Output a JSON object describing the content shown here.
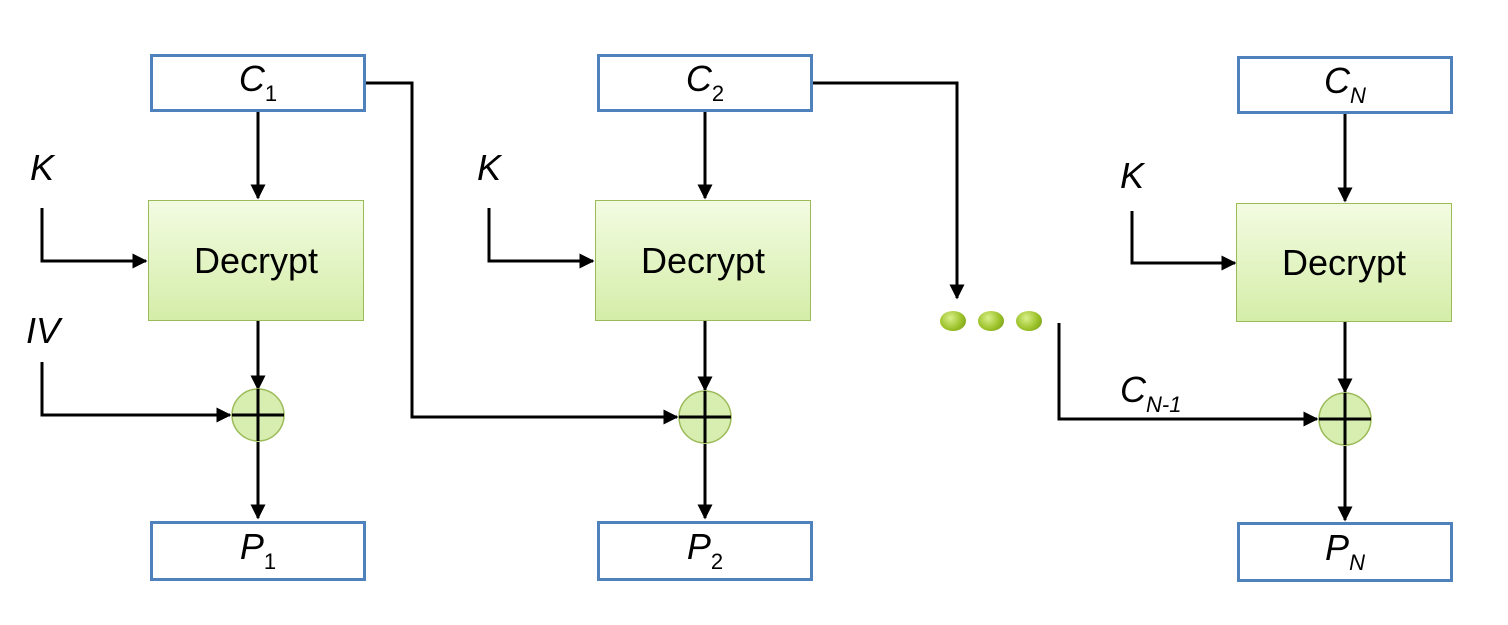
{
  "blocks": [
    {
      "cipher": {
        "base": "C",
        "sub": "1"
      },
      "key": "K",
      "op": "Decrypt",
      "plain": {
        "base": "P",
        "sub": "1"
      },
      "chain_input": "IV"
    },
    {
      "cipher": {
        "base": "C",
        "sub": "2"
      },
      "key": "K",
      "op": "Decrypt",
      "plain": {
        "base": "P",
        "sub": "2"
      }
    },
    {
      "cipher": {
        "base": "C",
        "sub": "N"
      },
      "key": "K",
      "op": "Decrypt",
      "plain": {
        "base": "P",
        "sub": "N"
      },
      "chain_input": {
        "base": "C",
        "sub": "N-1"
      }
    }
  ],
  "colors": {
    "io_border": "#4f81bd",
    "decrypt_fill": "#e2f4c2",
    "decrypt_border": "#9bbb59",
    "xor_fill": "#d8edb0",
    "dots": "#9cc22a"
  }
}
